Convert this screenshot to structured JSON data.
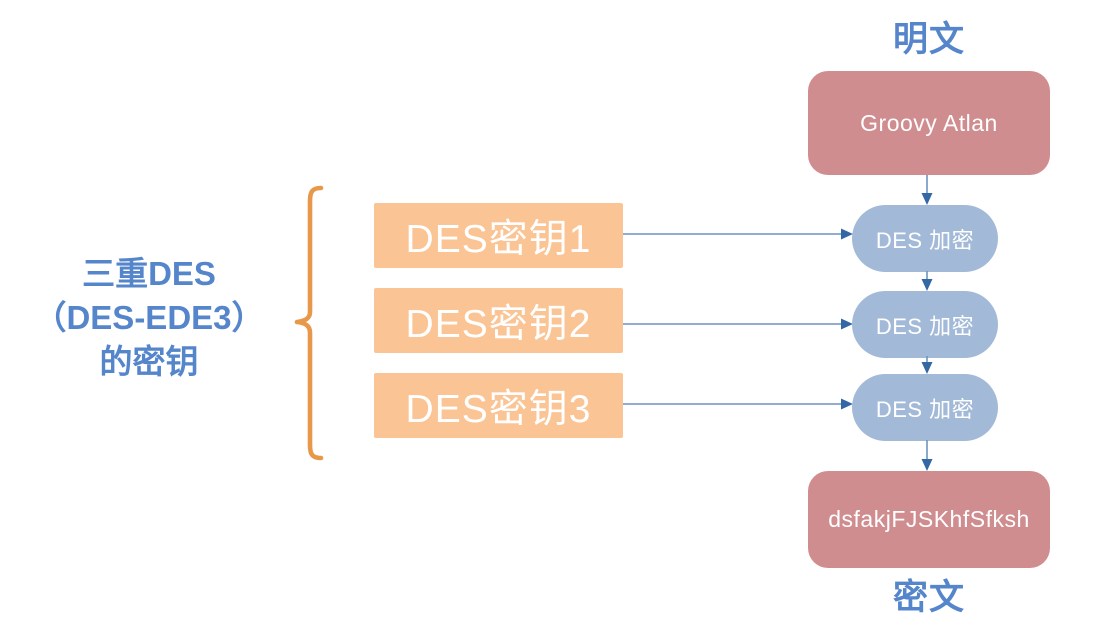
{
  "colors": {
    "pink-box": "#d08d90",
    "blue-pill": "#a2bad8",
    "orange-box": "#fac494",
    "label-blue": "#5585ca",
    "arrow-line": "#6d94c0",
    "arrow-head": "#3468a5",
    "bracket-orange": "#e8984a",
    "box-text": "#ffffff"
  },
  "diagram": {
    "plaintext_label": "明文",
    "plaintext_box": "Groovy Atlan",
    "stages": [
      {
        "label": "DES 加密"
      },
      {
        "label": "DES 加密"
      },
      {
        "label": "DES 加密"
      }
    ],
    "keys": [
      {
        "label": "DES密钥1"
      },
      {
        "label": "DES密钥2"
      },
      {
        "label": "DES密钥3"
      }
    ],
    "left_caption": {
      "line1": "三重DES",
      "line2": "（DES-EDE3）",
      "line3": "的密钥"
    },
    "ciphertext_box": "dsfakjFJSKhfSfksh",
    "ciphertext_label": "密文"
  }
}
